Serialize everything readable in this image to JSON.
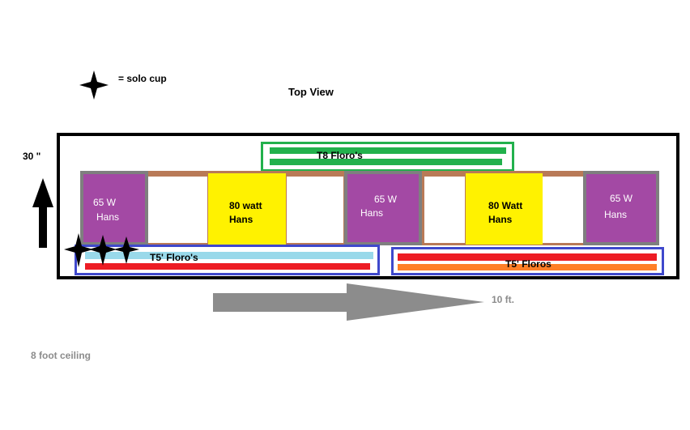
{
  "legend": {
    "label": "= solo cup",
    "icon": "solo-cup-star-icon"
  },
  "title": "Top View",
  "height_label": "30 \"",
  "length_label": "10 ft.",
  "ceiling_note": "8 foot ceiling",
  "fixtures": {
    "t8": {
      "label": "T8 Floro's",
      "color": "#22b14c"
    },
    "t5_left": {
      "label": "T5' Floro's",
      "bar_colors": [
        "#99d9ea",
        "#ed1c24"
      ]
    },
    "t5_right": {
      "label": "T5' Floros",
      "bar_colors": [
        "#ed1c24",
        "#ff7f27"
      ]
    },
    "outline_color": "#3f48cc"
  },
  "plants": [
    {
      "line1": "65 W",
      "line2": "Hans",
      "type": "purple"
    },
    {
      "line1": "80 watt",
      "line2": "Hans",
      "type": "yellow"
    },
    {
      "line1": "65 W",
      "line2": "Hans",
      "type": "purple"
    },
    {
      "line1": "80 Watt",
      "line2": "Hans",
      "type": "yellow"
    },
    {
      "line1": "65 W",
      "line2": "Hans",
      "type": "purple"
    }
  ],
  "colors": {
    "purple": "#a349a4",
    "yellow": "#fff200",
    "shelf_brown": "#b97a57",
    "gray": "#7f7f7f",
    "arrow_gray": "#8c8c8c"
  }
}
